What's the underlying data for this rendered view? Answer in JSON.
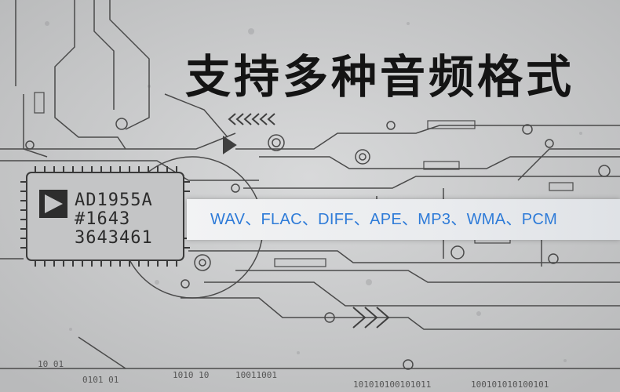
{
  "headline": "支持多种音频格式",
  "formats_line": "WAV、FLAC、DIFF、APE、MP3、WMA、PCM",
  "chip": {
    "line1": "AD1955A",
    "line2": "#1643",
    "line3": "3643461"
  },
  "pcb_labels": {
    "bottom_left": "10 01",
    "bottom_mid1": "0101 01",
    "bottom_mid2": "1010 10",
    "bottom_mid3": "10011001",
    "bottom_mid4": "101010100101011",
    "bottom_right": "100101010100101"
  },
  "colors": {
    "background": "#c9cacb",
    "headline": "#141414",
    "formats_text": "#2e7bd8",
    "banner": "#eceef0",
    "circuit_lines": "#4a4a4a"
  }
}
